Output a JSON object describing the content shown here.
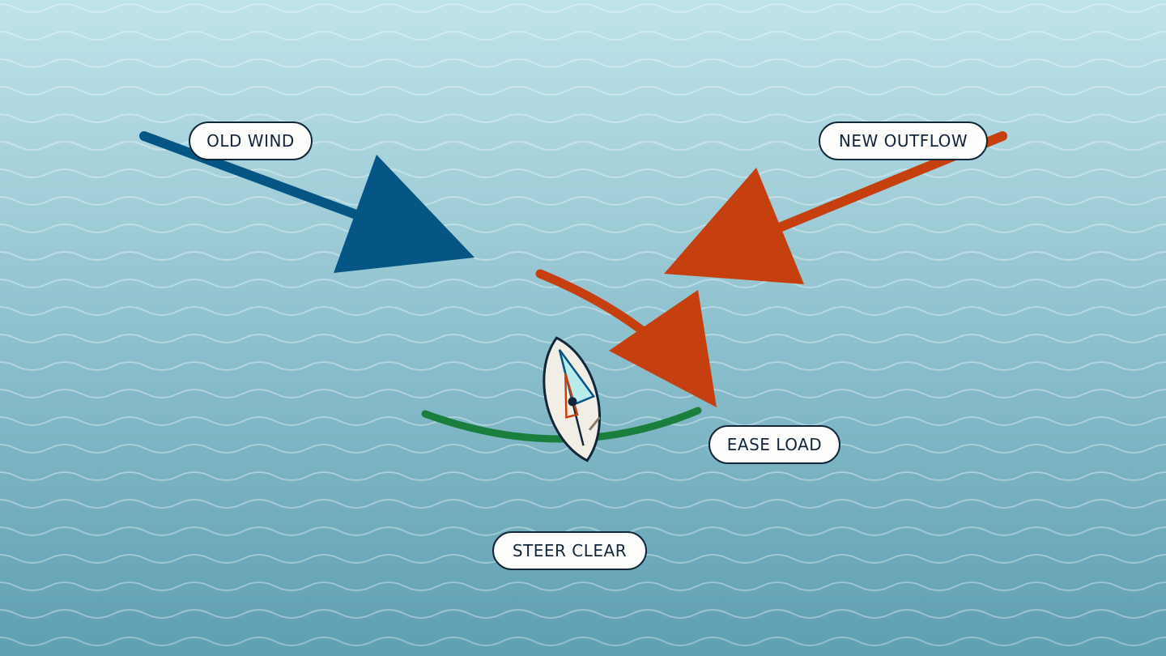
{
  "labels": {
    "old_wind": "OLD WIND",
    "new_outflow": "NEW OUTFLOW",
    "ease_load": "EASE LOAD",
    "steer_clear": "STEER CLEAR"
  },
  "colors": {
    "water_top": "#bfe3ea",
    "water_bottom": "#5e9fb2",
    "wave_line": "#ffffff",
    "old_wind_arrow": "#055585",
    "outflow_arrow": "#c6400f",
    "steer_path": "#1a7f3c",
    "label_bg": "#fdfdfb",
    "label_border": "#12263a",
    "hull_fill": "#f1eee6",
    "jib_fill": "#b8ecec"
  },
  "icons": [
    "sailboat-icon"
  ]
}
